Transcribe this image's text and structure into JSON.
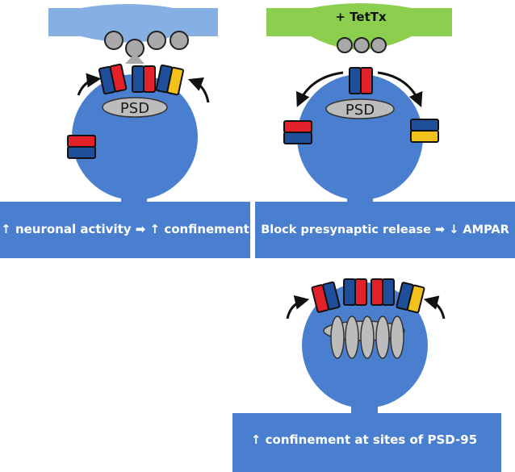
{
  "colors": {
    "spine_blue": "#4a7fcf",
    "presynapse_light_blue": "#86afe3",
    "presynapse_green": "#8ccf4f",
    "receptor_red": "#e3212b",
    "receptor_navy": "#1f4e9a",
    "receptor_yellow": "#f2c21a",
    "psd_gray": "#bcbcbc",
    "vesicle_gray": "#a9a9a9"
  },
  "panels": {
    "top_left": {
      "caption": "↑ neuronal activity ➡ ↑ confinement",
      "psd_label": "PSD"
    },
    "top_right": {
      "drug_label": "+ TetTx",
      "caption": "Block presynaptic release ➡ ↓ AMPAR",
      "psd_label": "PSD"
    },
    "bottom": {
      "caption": "↑ confinement at sites of PSD-95"
    }
  },
  "icons": [
    "curved-arrow-icon",
    "vesicle-icon",
    "receptor-icon",
    "psd95-disc-icon"
  ]
}
